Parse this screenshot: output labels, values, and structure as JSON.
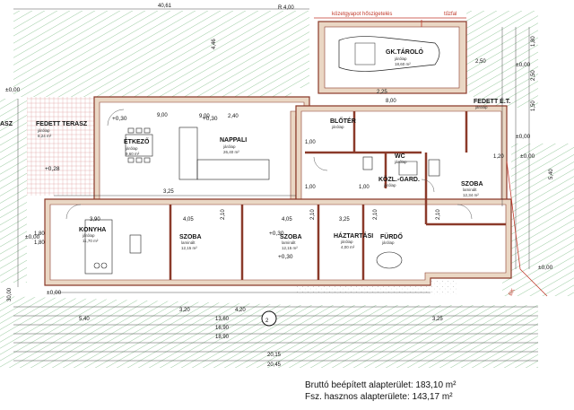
{
  "top_dimension": "40,61",
  "radius_label": "R 4,00",
  "top_notes": {
    "red_a": "közetgyapot hőszigetelés",
    "red_b": "tűzfal",
    "other": "4,46"
  },
  "rooms": [
    {
      "key": "gk",
      "name": "GK.TÁROLÓ",
      "floor": "járólap",
      "area": "18,60 m²"
    },
    {
      "key": "terasz",
      "name": "FEDETT TERASZ",
      "floor": "járólap",
      "area": "8,24 m²"
    },
    {
      "key": "terasz_left",
      "name": "ASZ",
      "floor": "",
      "area": ""
    },
    {
      "key": "etkezo",
      "name": "ÉTKEZŐ",
      "floor": "járólap",
      "area": "9,60 m²"
    },
    {
      "key": "nappali",
      "name": "NAPPALI",
      "floor": "járólap",
      "area": "26,40 m²"
    },
    {
      "key": "bloter",
      "name": "BLŐTÉR",
      "floor": "járólap",
      "area": ""
    },
    {
      "key": "fedett_et",
      "name": "FEDETT É.T.",
      "floor": "járólap",
      "area": ""
    },
    {
      "key": "wc",
      "name": "WC",
      "floor": "járólap",
      "area": ""
    },
    {
      "key": "kozl",
      "name": "KÖZL.-GARD.",
      "floor": "járólap",
      "area": ""
    },
    {
      "key": "szoba_e",
      "name": "SZOBA",
      "floor": "laminált",
      "area": "12,34 m²"
    },
    {
      "key": "konyha",
      "name": "KONYHA",
      "floor": "járólap",
      "area": "11,70 m²"
    },
    {
      "key": "szoba1",
      "name": "SZOBA",
      "floor": "laminált",
      "area": "12,15 m²"
    },
    {
      "key": "szoba2",
      "name": "SZOBA",
      "floor": "laminált",
      "area": "12,15 m²"
    },
    {
      "key": "haztartasi",
      "name": "HÁZTARTÁSI",
      "floor": "járólap",
      "area": "4,00 m²"
    },
    {
      "key": "furdo",
      "name": "FÜRDŐ",
      "floor": "járólap",
      "area": ""
    }
  ],
  "levels": [
    "±0,00",
    "+0,30",
    "+0,30",
    "+0,30",
    "+0,28",
    "±0,00",
    "±0,00",
    "±0,00",
    "±0,00",
    "±0,00",
    "+0,30",
    "±0,00"
  ],
  "dimensions_h": [
    "3,25",
    "3,90",
    "4,05",
    "4,05",
    "3,25",
    "9,00",
    "2,40",
    "1,00",
    "1,00",
    "4,20",
    "5,40",
    "3,20",
    "3,25",
    "13,60",
    "16,90",
    "18,90",
    "20,15",
    "20,45",
    "8,00",
    "2,25",
    "2,50",
    "9,00"
  ],
  "dimensions_v": [
    "1,80",
    "2,50",
    "1,50",
    "1,80",
    "5,40",
    "2,10",
    "2,10",
    "2,10",
    "2,10",
    "1,00",
    "1,80",
    "1,20",
    "30,00"
  ],
  "tag_circle": "2",
  "section_mark": "BK",
  "summary": {
    "brutto": "Bruttó beépített alapterület: 183,10 m²",
    "hasznos": "Fsz. hasznos alapterülete: 143,17 m²"
  },
  "colors": {
    "wall_fill": "#ead7c4",
    "wall_line": "#8b3a2a",
    "hatch": "#2e8b3a",
    "dim_line": "#1a1a1a",
    "accent_red": "#c0392b"
  }
}
